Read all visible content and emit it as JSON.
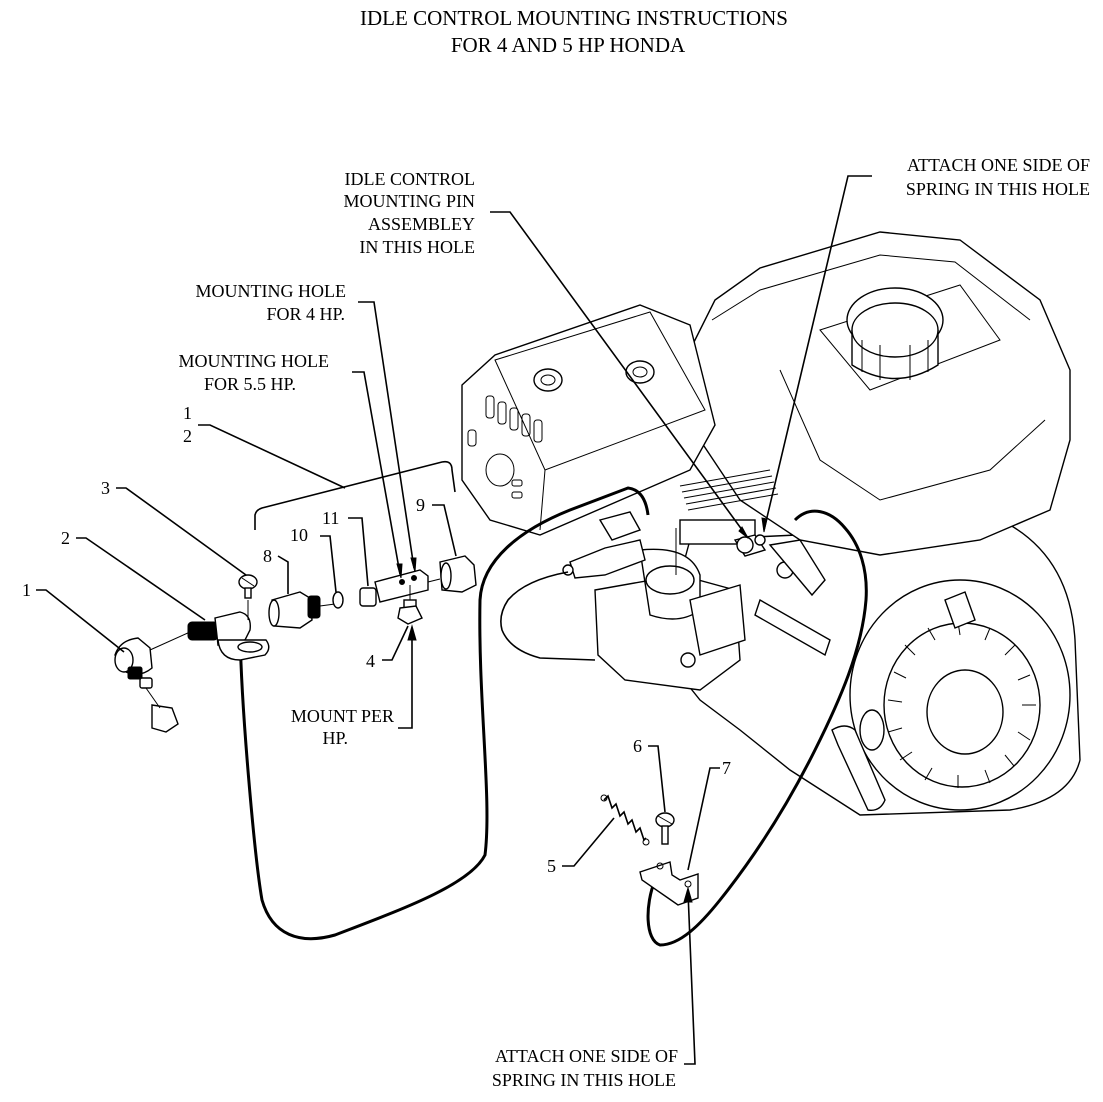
{
  "title": {
    "line1": "IDLE CONTROL MOUNTING INSTRUCTIONS",
    "line2": "FOR 4 AND 5 HP HONDA"
  },
  "callouts": {
    "pin_assembly": [
      "IDLE CONTROL",
      "MOUNTING PIN",
      "ASSEMBLEY",
      "IN THIS HOLE"
    ],
    "spring_top": [
      "ATTACH ONE SIDE OF",
      "SPRING IN THIS HOLE"
    ],
    "hole_4hp": [
      "MOUNTING HOLE",
      "FOR 4 HP."
    ],
    "hole_55hp": [
      "MOUNTING HOLE",
      "FOR 5.5 HP."
    ],
    "mount_per_hp": [
      "MOUNT PER",
      "HP."
    ],
    "spring_bottom": [
      "ATTACH ONE SIDE OF",
      "SPRING IN THIS HOLE"
    ]
  },
  "part_numbers": {
    "group_1": "1",
    "group_2": "2",
    "p1": "1",
    "p2": "2",
    "p3": "3",
    "p4": "4",
    "p5": "5",
    "p6": "6",
    "p7": "7",
    "p8": "8",
    "p9": "9",
    "p10": "10",
    "p11": "11"
  }
}
